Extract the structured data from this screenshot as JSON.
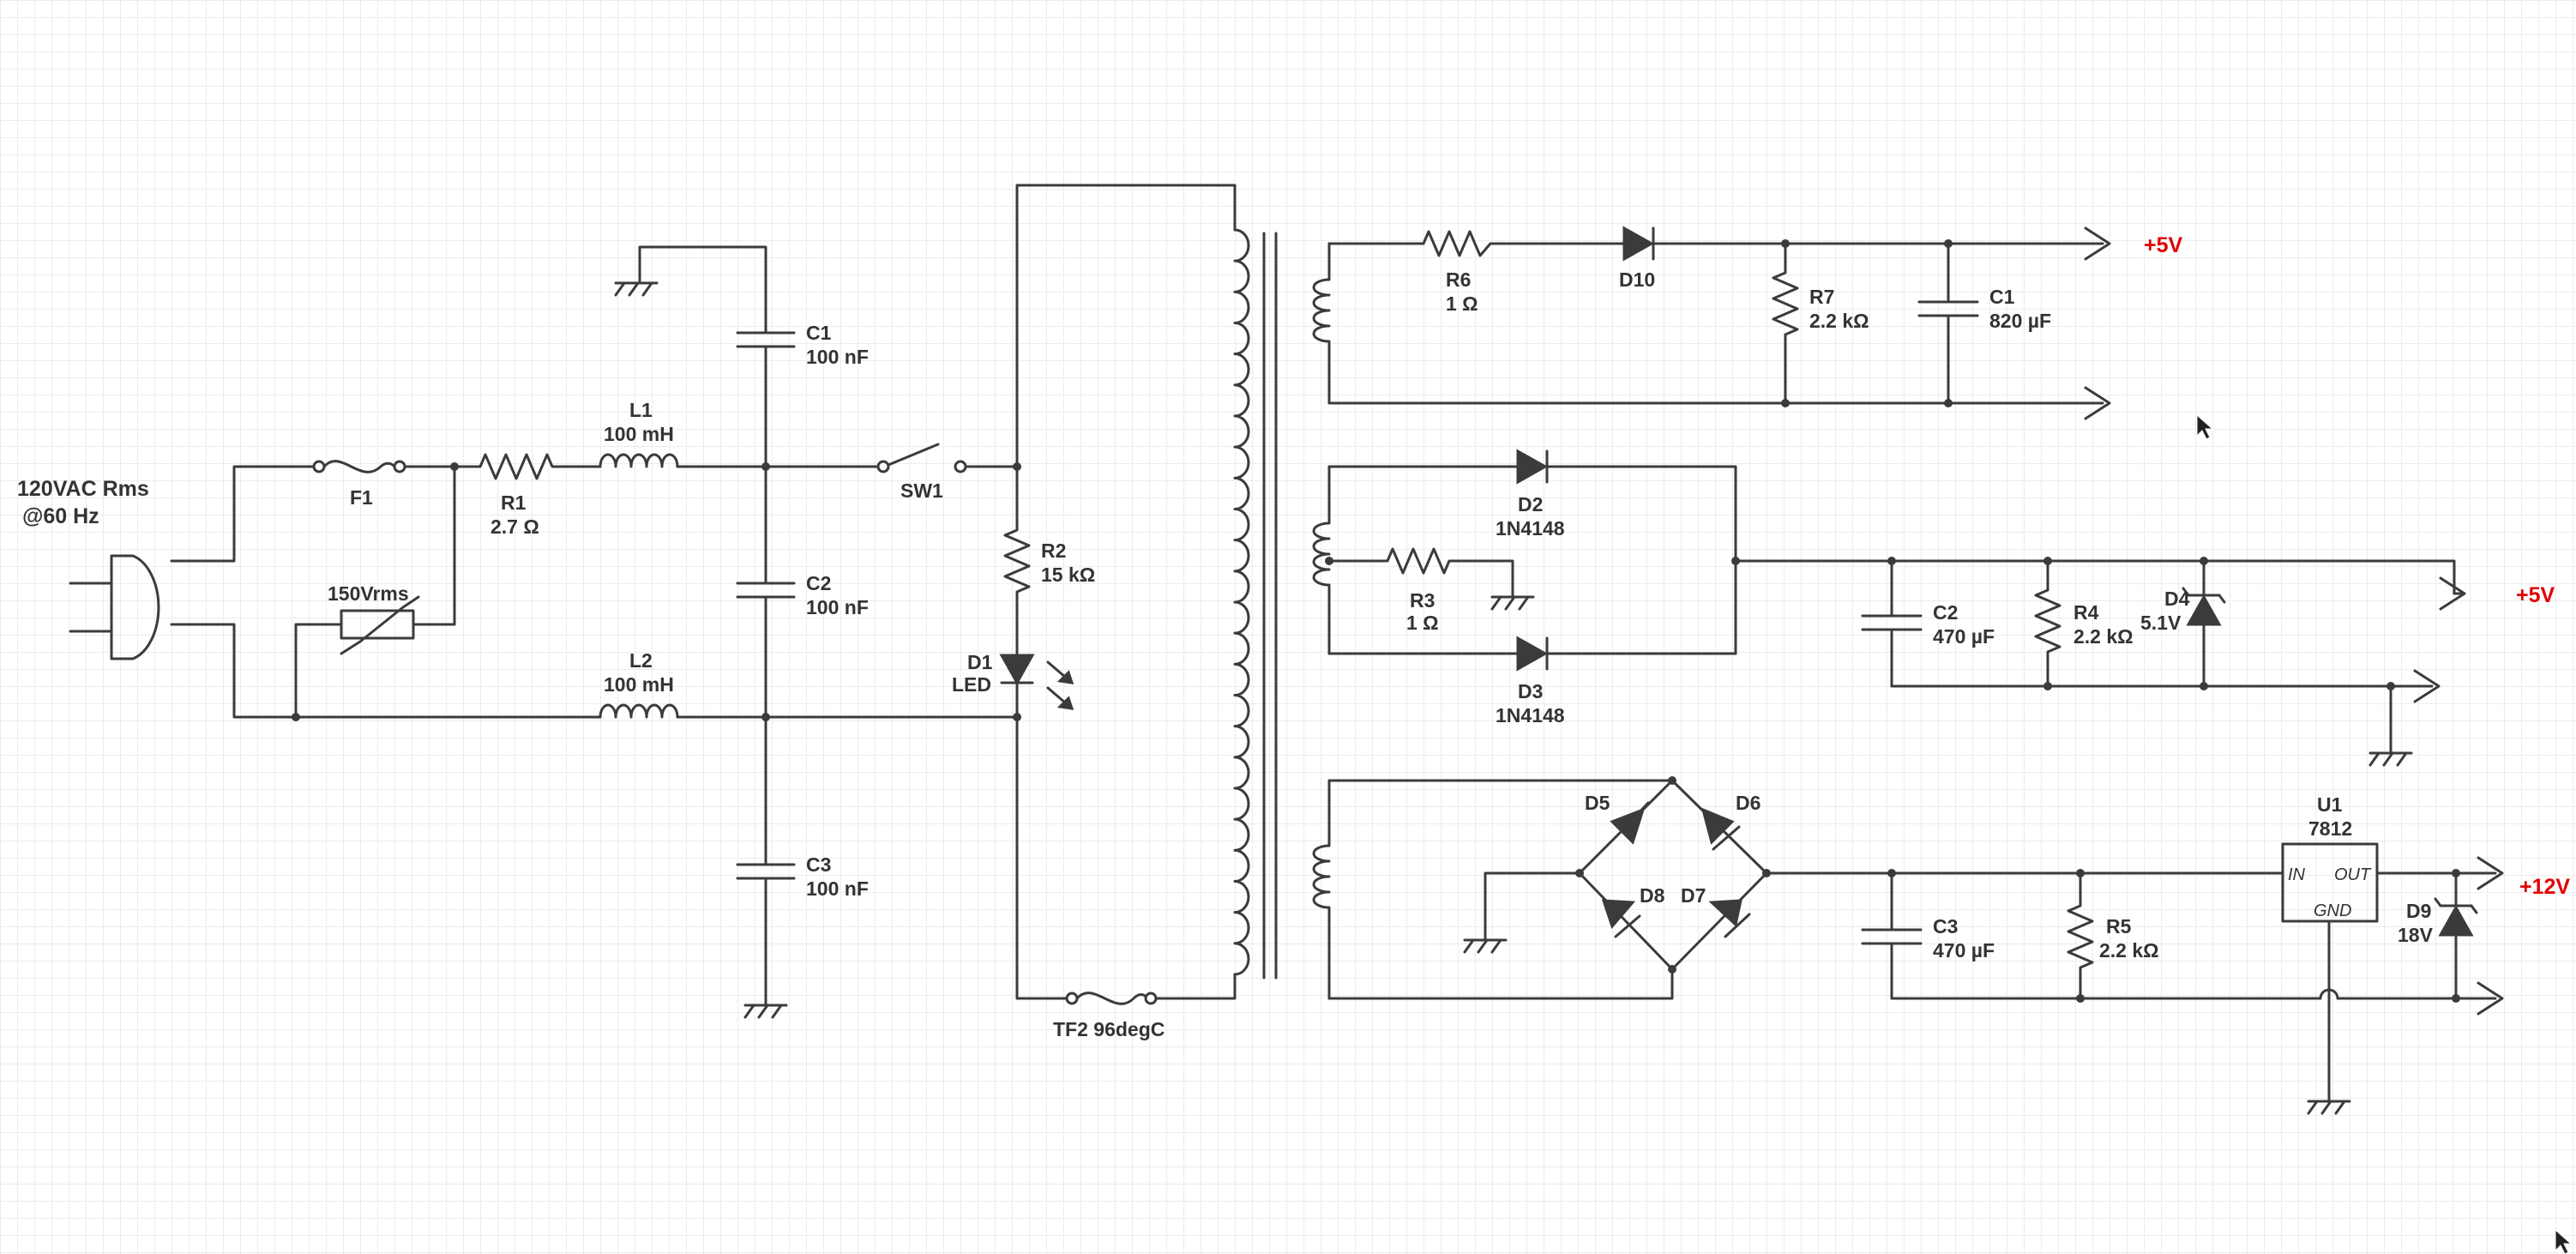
{
  "source": {
    "line1": "120VAC Rms",
    "line2": "@60 Hz"
  },
  "components": {
    "F1": {
      "name": "F1"
    },
    "VAR": {
      "value": "150Vrms"
    },
    "R1": {
      "name": "R1",
      "value": "2.7 Ω"
    },
    "L1": {
      "name": "L1",
      "value": "100 mH"
    },
    "L2": {
      "name": "L2",
      "value": "100 mH"
    },
    "C1_in": {
      "name": "C1",
      "value": "100 nF"
    },
    "C2_in": {
      "name": "C2",
      "value": "100 nF"
    },
    "C3_in": {
      "name": "C3",
      "value": "100 nF"
    },
    "SW1": {
      "name": "SW1"
    },
    "R2": {
      "name": "R2",
      "value": "15 kΩ"
    },
    "D1": {
      "name": "D1",
      "value": "LED"
    },
    "TF2": {
      "name": "TF2 96degC"
    },
    "R6": {
      "name": "R6",
      "value": "1 Ω"
    },
    "D10": {
      "name": "D10"
    },
    "R7": {
      "name": "R7",
      "value": "2.2 kΩ"
    },
    "C1_out": {
      "name": "C1",
      "value": "820 µF"
    },
    "D2": {
      "name": "D2",
      "value": "1N4148"
    },
    "D3": {
      "name": "D3",
      "value": "1N4148"
    },
    "R3": {
      "name": "R3",
      "value": "1 Ω"
    },
    "C2_out": {
      "name": "C2",
      "value": "470 µF"
    },
    "R4": {
      "name": "R4",
      "value": "2.2 kΩ"
    },
    "D4": {
      "name": "D4",
      "value": "5.1V"
    },
    "D5": {
      "name": "D5"
    },
    "D6": {
      "name": "D6"
    },
    "D7": {
      "name": "D7"
    },
    "D8": {
      "name": "D8"
    },
    "C3_out": {
      "name": "C3",
      "value": "470 µF"
    },
    "R5": {
      "name": "R5",
      "value": "2.2 kΩ"
    },
    "U1": {
      "name": "U1",
      "value": "7812",
      "pin_in": "IN",
      "pin_out": "OUT",
      "pin_gnd": "GND"
    },
    "D9": {
      "name": "D9",
      "value": "18V"
    }
  },
  "outputs": {
    "out1": "+5V",
    "out2": "+5V",
    "out3": "+12V"
  },
  "colors": {
    "wire": "#3b3b3b",
    "output_label": "#e00000",
    "grid": "#ececec"
  },
  "icons": [
    "ac-plug-icon",
    "ground-icon",
    "mouse-cursor-icon"
  ]
}
